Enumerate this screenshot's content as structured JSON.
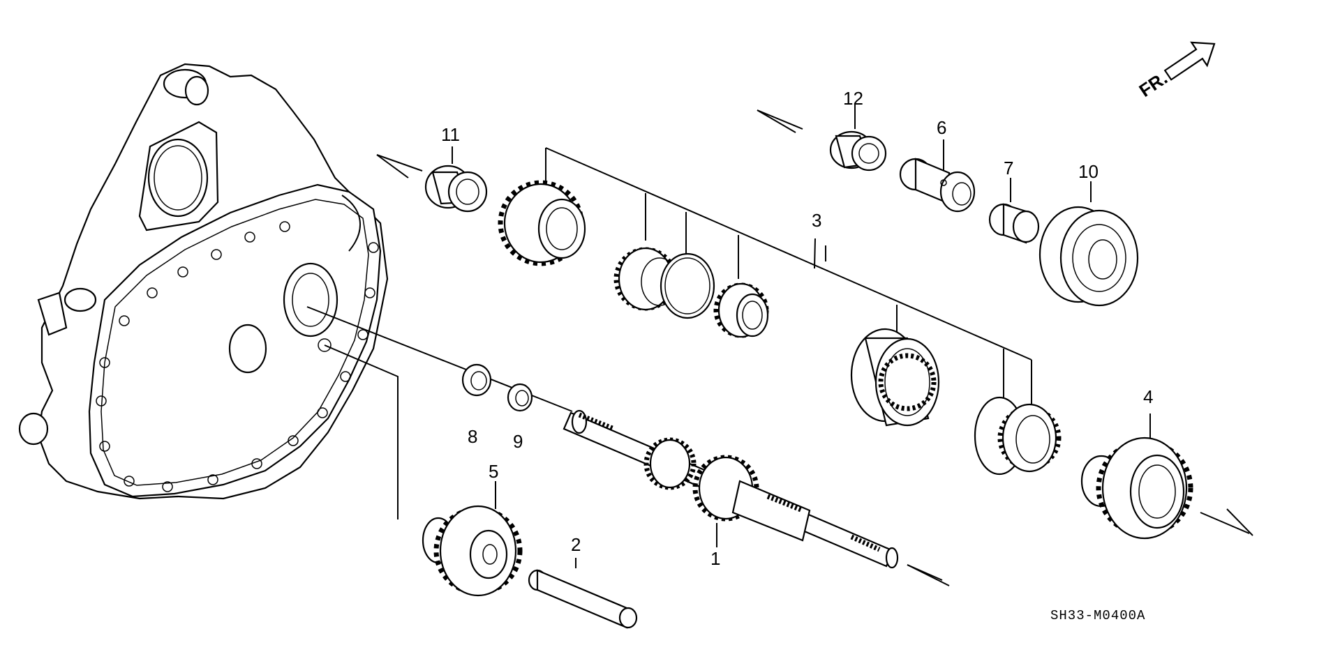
{
  "diagram": {
    "drawing_code": "SH33-M0400A",
    "direction_label": "FR.",
    "callouts": [
      "1",
      "2",
      "3",
      "4",
      "5",
      "6",
      "7",
      "8",
      "9",
      "10",
      "11",
      "12"
    ]
  }
}
